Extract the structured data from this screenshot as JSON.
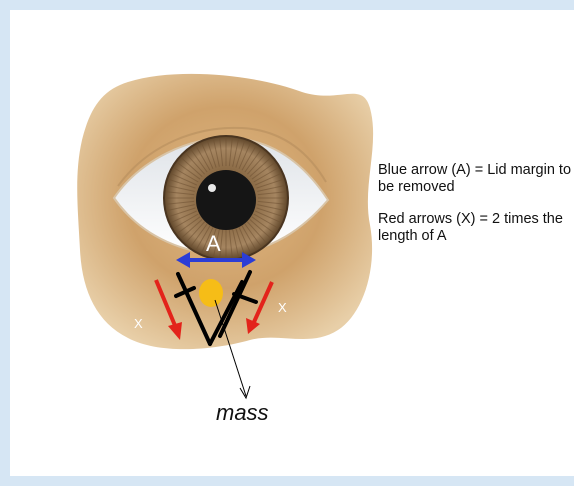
{
  "diagram": {
    "labels": {
      "blue_arrow_letter": "A",
      "red_arrow_left_letter": "X",
      "red_arrow_right_letter": "X",
      "mass_caption": "mass"
    },
    "legend": {
      "blue_arrow": "Blue arrow (A) = Lid margin to be removed",
      "red_arrows": "Red arrows (X) = 2 times the length of A"
    },
    "colors": {
      "page_border": "#d6e6f4",
      "skin": "#cfa26b",
      "iris": "#8a6a45",
      "pupil": "#151515",
      "blue_arrow": "#2b3dd6",
      "red_arrow": "#e3231b",
      "incision_lines": "#000000",
      "mass": "#f6bd17"
    }
  }
}
